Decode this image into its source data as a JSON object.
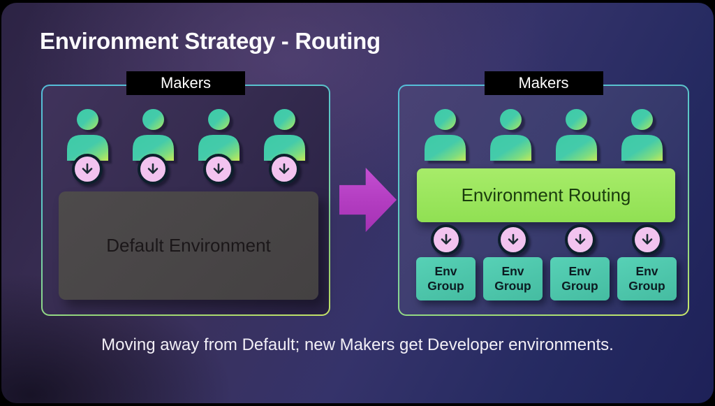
{
  "title": "Environment Strategy - Routing",
  "caption": "Moving away from Default; new Makers get Developer environments.",
  "left_panel": {
    "tag": "Makers",
    "default_box_label": "Default Environment"
  },
  "right_panel": {
    "tag": "Makers",
    "routing_box_label": "Environment Routing",
    "env_group_labels": [
      "Env Group",
      "Env Group",
      "Env Group",
      "Env Group"
    ]
  },
  "icons": {
    "maker_icon": "person-icon",
    "chip_icon": "down-arrow-icon",
    "transform_icon": "right-block-arrow-icon"
  },
  "colors": {
    "maker_teal": "#41cba8",
    "maker_lime": "#c3e95c",
    "chip_pink": "#f2c3ef",
    "chip_ring": "#0d1f2c",
    "routing_green": "#9ce55e",
    "env_group_teal": "#4dc9ae",
    "default_gray": "#494647",
    "arrow_magenta": "#ba43c6",
    "panel_border_top": "#55bdd9",
    "panel_border_bottom": "#c9e76a",
    "background_purple": "#3c3057",
    "background_navy": "#1e2158"
  }
}
